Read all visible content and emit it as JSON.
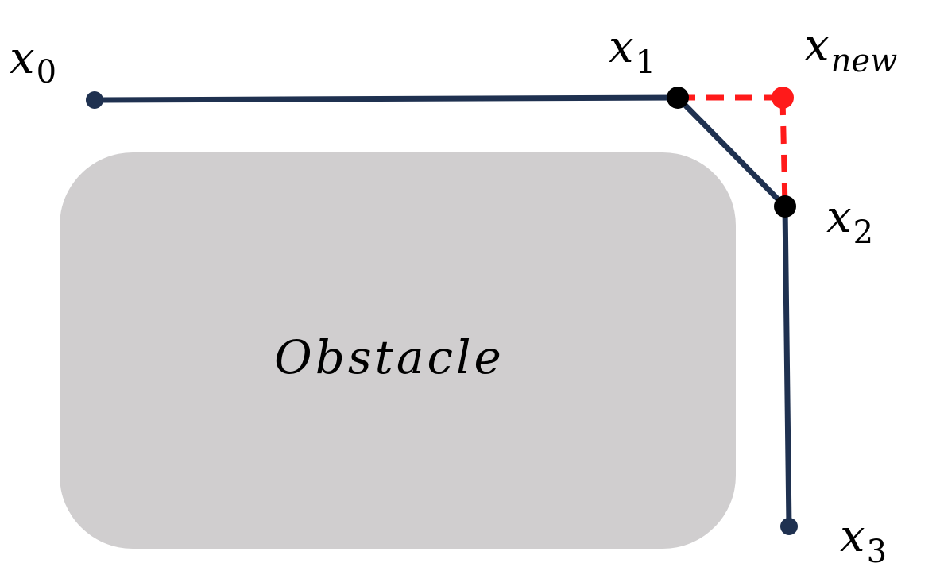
{
  "diagram": {
    "obstacle": {
      "label": "Obstacle",
      "fill": "#d0cecf"
    },
    "colors": {
      "path": "#1f3150",
      "node": "#000000",
      "end_node": "#1f3150",
      "new_path": "#ff1a1a",
      "new_node": "#ff1a1a"
    },
    "labels": {
      "x0": {
        "base": "x",
        "sub": "0"
      },
      "x1": {
        "base": "x",
        "sub": "1"
      },
      "x2": {
        "base": "x",
        "sub": "2"
      },
      "x3": {
        "base": "x",
        "sub": "3"
      },
      "xnew": {
        "base": "x",
        "sub": "new"
      }
    }
  }
}
